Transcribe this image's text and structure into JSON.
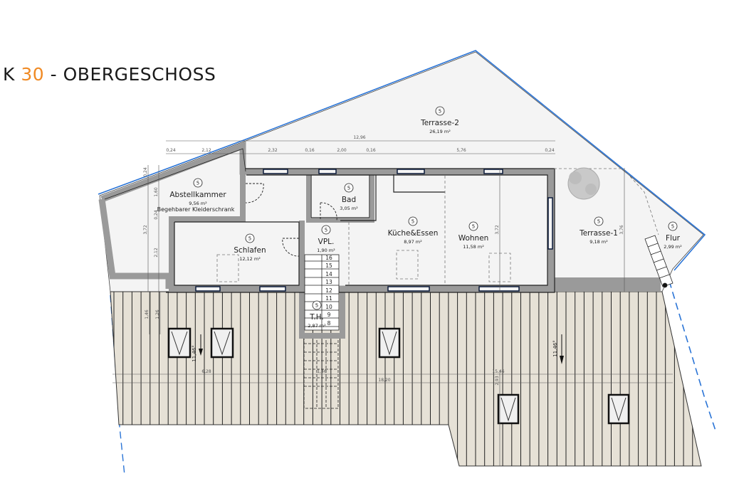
{
  "title": {
    "prefix": "K",
    "number": "30",
    "separator": "-",
    "floor": "OBERGESCHOSS"
  },
  "colors": {
    "accent": "#f08a24",
    "wall": "#9a9a9a",
    "roof": "#e6e1d6",
    "terrace": "#f4f4f4",
    "property_line": "#2a74d6"
  },
  "rooms": {
    "terrasse2": {
      "tag": "5",
      "name": "Terrasse-2",
      "area": "26,19 m²"
    },
    "abstellkammer": {
      "tag": "5",
      "name": "Abstellkammer",
      "area": "9,56 m²",
      "note": "Begehbarer Kleiderschrank"
    },
    "schlafen": {
      "tag": "5",
      "name": "Schlafen",
      "area": "12,12 m²"
    },
    "bad": {
      "tag": "5",
      "name": "Bad",
      "area": "3,05 m²"
    },
    "vpl": {
      "tag": "5",
      "name": "VPL.",
      "area": "1,90 m²"
    },
    "kueche": {
      "tag": "5",
      "name": "Küche&Essen",
      "area": "8,97 m²"
    },
    "wohnen": {
      "tag": "5",
      "name": "Wohnen",
      "area": "11,58 m²"
    },
    "terrasse1": {
      "tag": "5",
      "name": "Terrasse-1",
      "area": "9,18 m²"
    },
    "flur": {
      "tag": "5",
      "name": "Flur",
      "area": "2,99 m²"
    },
    "th": {
      "tag": "5",
      "name": "T.H.",
      "area": "2,87 m²"
    }
  },
  "dimensions": {
    "total_width": "12,96",
    "segments": [
      "0,24",
      "2,12",
      "2,32",
      "0,16",
      "2,00",
      "0,16",
      "5,76",
      "0,24"
    ],
    "left_height": "3,72",
    "left_upper": "1,60",
    "left_lower": "2,12",
    "left_wall_a": "0,24",
    "left_wall_b": "0,24",
    "wohnen_height": "3,72",
    "terrace_height": "3,76",
    "roof_left_a": "1,46",
    "roof_left_b": "1,26",
    "roof_seg_1": "6,28",
    "roof_seg_2": "1,46",
    "roof_seg_3": "15,46",
    "roof_total": "18,20",
    "roof_right_v": "2,93"
  },
  "roof_pitch": [
    "11,46°",
    "11,46°"
  ],
  "stair_steps": [
    "16",
    "15",
    "14",
    "13",
    "12",
    "11",
    "10",
    "9",
    "8"
  ]
}
